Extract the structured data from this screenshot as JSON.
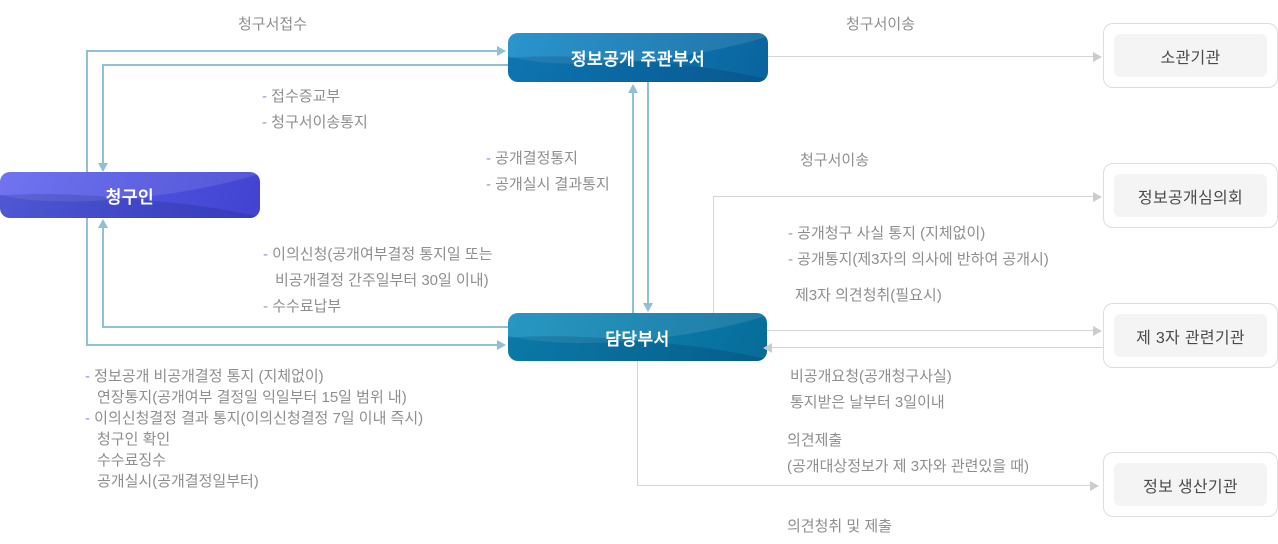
{
  "page": {
    "background": "#ffffff"
  },
  "colors": {
    "claimant_box": "#4d50dd",
    "department_box": "#0d74b0",
    "charge_box": "#0a7aa8",
    "blue_arrow": "#8fc0d4",
    "gray_arrow": "#d5d5d5",
    "label_text": "#8e8e8e",
    "dash_accent": "#a08bc9",
    "agency_text": "#4a4a4a",
    "agency_fill": "#f4f4f4",
    "agency_border": "#dddddd"
  },
  "nodes": {
    "claimant": {
      "label": "청구인"
    },
    "lead_department": {
      "label": "정보공개 주관부서"
    },
    "charge_department": {
      "label": "담당부서"
    },
    "competent_agency": {
      "label": "소관기관"
    },
    "deliberation_committee": {
      "label": "정보공개심의회"
    },
    "third_party_agency": {
      "label": "제 3자 관련기관"
    },
    "info_producer_agency": {
      "label": "정보 생산기관"
    }
  },
  "edge_labels": {
    "request_receipt": "청구서접수",
    "request_transfer_to_agency": "청구서이송",
    "receipt_notice_lines": [
      "- 접수증교부",
      "- 청구서이송통지"
    ],
    "decision_notice_lines": [
      "- 공개결정통지",
      "- 공개실시 결과통지"
    ],
    "request_transfer_to_committee": "청구서이송",
    "third_party_notice_lines": [
      "- 공개청구 사실 통지 (지체없이)",
      "- 공개통지(제3자의 의사에 반하여 공개시)"
    ],
    "third_party_hearing": "제3자 의견청취(필요시)",
    "objection_lines": [
      "- 이의신청(공개여부결정 통지일 또는",
      "비공개결정 간주일부터 30일 이내)",
      "- 수수료납부"
    ],
    "charge_to_claimant_lines": [
      "- 정보공개 비공개결정 통지 (지체없이)",
      "연장통지(공개여부 결정일 익일부터 15일 범위 내)",
      "- 이의신청결정 결과 통지(이의신청결정 7일 이내 즉시)",
      "청구인 확인",
      "수수료징수",
      "공개실시(공개결정일부터)"
    ],
    "nondisclosure_request_lines": [
      "비공개요청(공개청구사실)",
      "통지받은 날부터 3일이내"
    ],
    "opinion_submit_lines": [
      "의견제출",
      "(공개대상정보가 제 3자와 관련있을 때)"
    ],
    "opinion_hearing_submit": "의견청취 및 제출"
  }
}
